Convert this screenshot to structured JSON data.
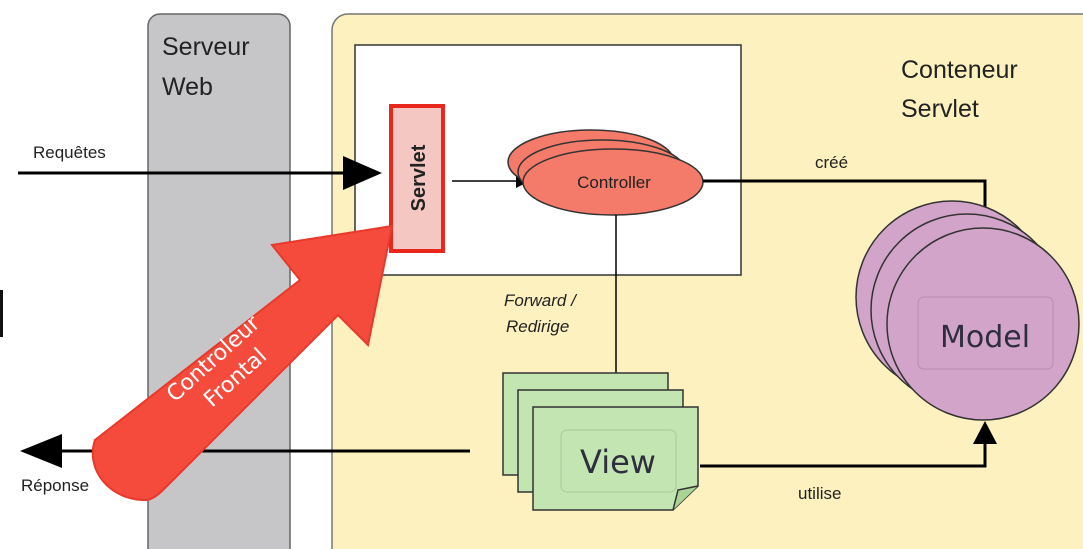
{
  "labels": {
    "serveur_web_line1": "Serveur",
    "serveur_web_line2": "Web",
    "conteneur_line1": "Conteneur",
    "conteneur_line2": "Servlet",
    "requetes": "Requêtes",
    "reponse": "Réponse",
    "servlet": "Servlet",
    "controller": "Controller",
    "cree": "créé",
    "forward_line1": "Forward /",
    "forward_line2": "Redirige",
    "model": "Model",
    "view": "View",
    "utilise": "utilise",
    "callout_line1": "Controleur",
    "callout_line2": "Frontal"
  },
  "colors": {
    "web_server": "#c6c6c9",
    "container": "#fdf1bf",
    "controller": "#f47b69",
    "model": "#d3a4c9",
    "view": "#c2e5b2",
    "callout": "#f44b3d",
    "servlet_border": "#e8271d",
    "servlet_fill": "#f4c7c2"
  }
}
